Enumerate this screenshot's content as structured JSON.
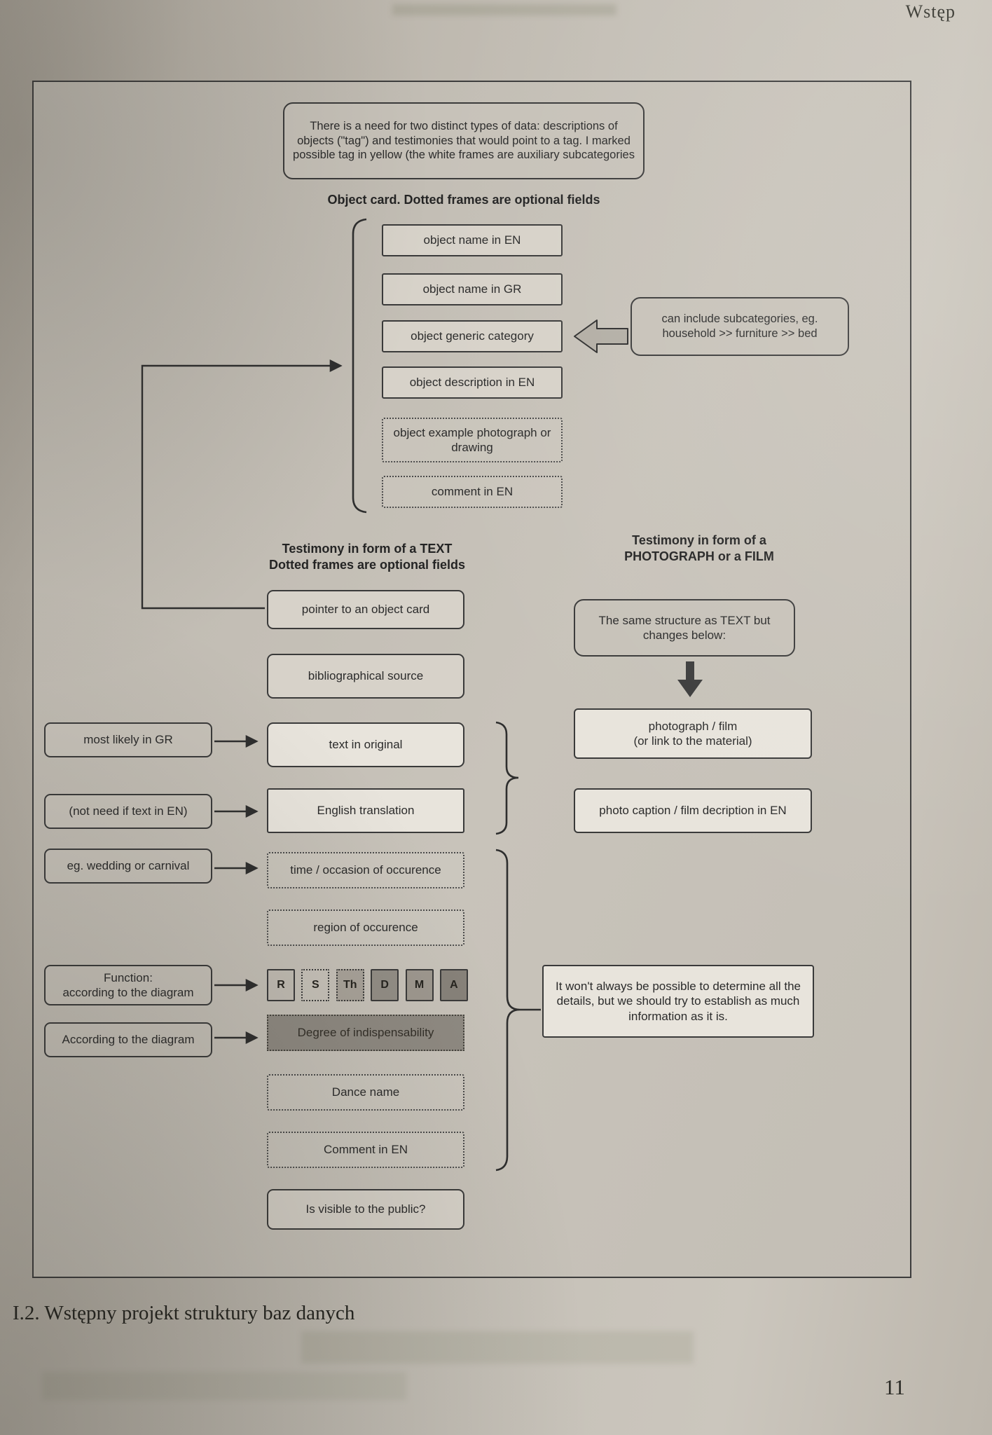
{
  "colors": {
    "paper": "#c5c0b7",
    "ink": "#2b2b2b",
    "box_light": "#d7d2c9",
    "box_white": "#e8e4dc",
    "degree_bg": "#8f8a82"
  },
  "page": {
    "header": "Wstęp",
    "caption": "I.2. Wstępny projekt struktury baz danych",
    "page_number": "11"
  },
  "diagram": {
    "top_note": "There is a need for two distinct types of data: descriptions of objects (\"tag\") and testimonies that would point to a tag. I marked possible tag in yellow (the white frames are auxiliary subcategories",
    "object_card_label": "Object card. Dotted frames are optional fields",
    "object_card_fields": [
      {
        "label": "object name in EN"
      },
      {
        "label": "object name in GR"
      },
      {
        "label": "object generic category"
      },
      {
        "label": "object description in EN"
      },
      {
        "label": "object example photograph or drawing"
      },
      {
        "label": "comment in EN"
      }
    ],
    "subcategories_note": "can include subcategories, eg. household >> furniture >> bed",
    "testimony_text_label": "Testimony in form of a TEXT\nDotted frames are optional fields",
    "testimony_photo_label": "Testimony in form of a\nPHOTOGRAPH or a FILM",
    "text_fields": {
      "pointer": "pointer to an object card",
      "biblio": "bibliographical source",
      "original": "text in original",
      "translation": "English translation",
      "occasion": "time / occasion of occurence",
      "region": "region of occurence",
      "degree": "Degree of indispensability",
      "dance": "Dance name",
      "comment": "Comment in EN",
      "visible": "Is visible to the public?"
    },
    "function_codes": [
      {
        "code": "R",
        "style_str": "background:#c2bdb4;border:2px solid #3a3a3a"
      },
      {
        "code": "S",
        "style_str": "background:#c8c3ba;border:2px dotted #3a3a3a"
      },
      {
        "code": "Th",
        "style_str": "background:#a9a39a;border:2px dotted #3a3a3a"
      },
      {
        "code": "D",
        "style_str": "background:#938e86;border:2px solid #3a3a3a"
      },
      {
        "code": "M",
        "style_str": "background:#9e988f;border:2px solid #3a3a3a"
      },
      {
        "code": "A",
        "style_str": "background:#87827a;border:2px solid #3a3a3a"
      }
    ],
    "annotations": [
      {
        "label": "most likely in GR"
      },
      {
        "label": "(not need if text in EN)"
      },
      {
        "label": "eg. wedding or carnival"
      },
      {
        "label": "Function:\naccording to the diagram"
      },
      {
        "label": "According to the diagram"
      }
    ],
    "photo_fields": {
      "same_structure": "The same structure as TEXT but\nchanges below:",
      "photograph": "photograph / film\n(or link to the material)",
      "caption": "photo caption / film decription in EN",
      "note": "It won't always be possible to determine all the details, but we should try to establish as much information as it is."
    }
  }
}
